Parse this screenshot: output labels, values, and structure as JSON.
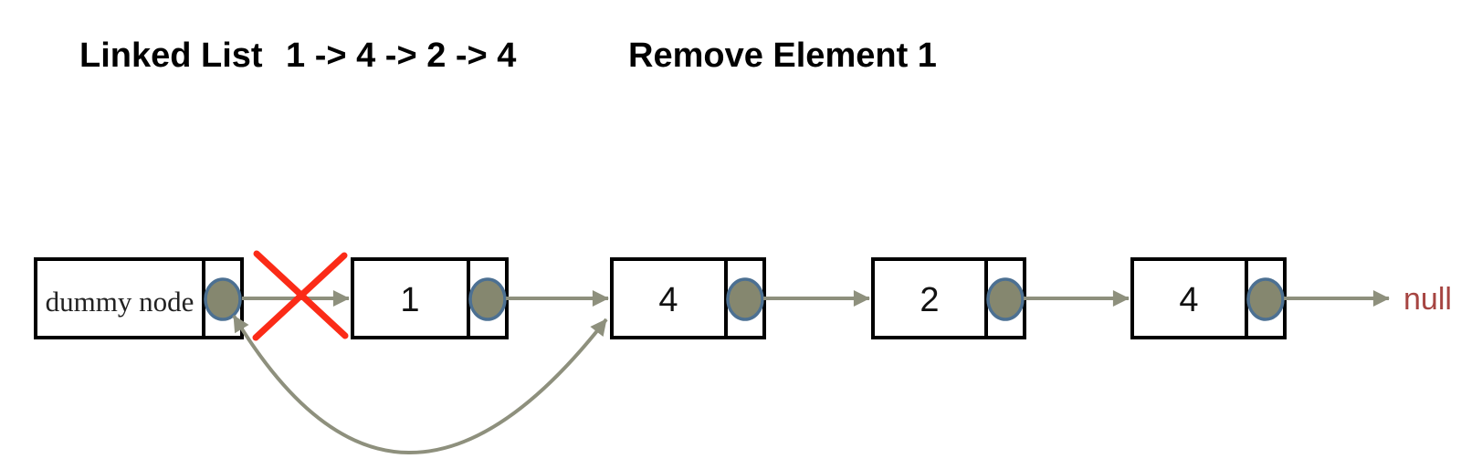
{
  "title": {
    "heading": "Linked List",
    "sequence": "1 -> 4 -> 2 -> 4",
    "operation": "Remove Element 1"
  },
  "diagram": {
    "nodes": [
      {
        "label": "dummy node"
      },
      {
        "label": "1"
      },
      {
        "label": "4"
      },
      {
        "label": "2"
      },
      {
        "label": "4"
      }
    ],
    "terminator": "null",
    "annotations": {
      "removed_link": "cross over arrow from dummy node to node 1",
      "new_link": "curved arrow from dummy node pointer to second node 4"
    },
    "colors": {
      "arrow": "#8E907D",
      "pointer_fill": "#85876F",
      "pointer_border": "#4C7092",
      "cross": "#FB2B17",
      "null_text": "#A64441",
      "box_border": "#000000",
      "title_text": "#000000"
    }
  }
}
